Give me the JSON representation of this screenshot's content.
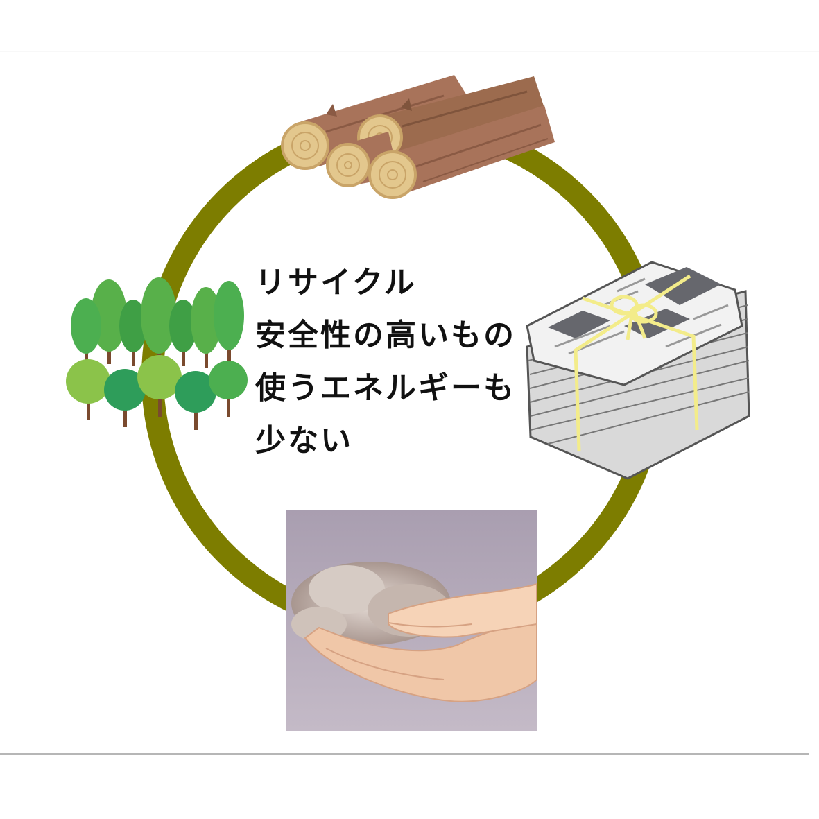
{
  "caption": {
    "line1": "リサイクル",
    "line2": "安全性の高いもの",
    "line3": "使うエネルギーも",
    "line4": "少ない"
  },
  "colors": {
    "cycle_ring": "#7d7d00",
    "wood_light": "#e2c58a",
    "wood_bark": "#9c6b4e",
    "tree_green": "#4caf50",
    "newspaper_gray": "#bdbdbd",
    "string_yellow": "#f3ec8a",
    "photo_background": "#b3a8b9"
  },
  "icons": {
    "top": "firewood-logs-icon",
    "right": "newspaper-bundle-icon",
    "bottom": "cellulose-fiber-in-hands-photo",
    "left": "forest-trees-icon"
  }
}
